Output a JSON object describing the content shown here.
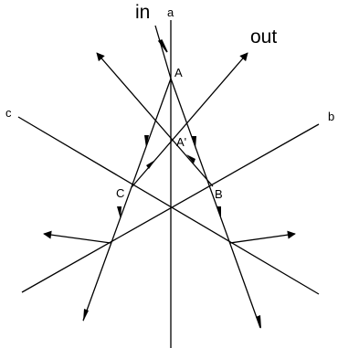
{
  "labels": {
    "in": "in",
    "out": "out",
    "axis_a": "a",
    "axis_b": "b",
    "axis_c": "c",
    "point_A": "A",
    "point_A_prime": "A'",
    "point_B": "B",
    "point_C": "C"
  },
  "colors": {
    "line": "#000000",
    "background": "#ffffff"
  }
}
